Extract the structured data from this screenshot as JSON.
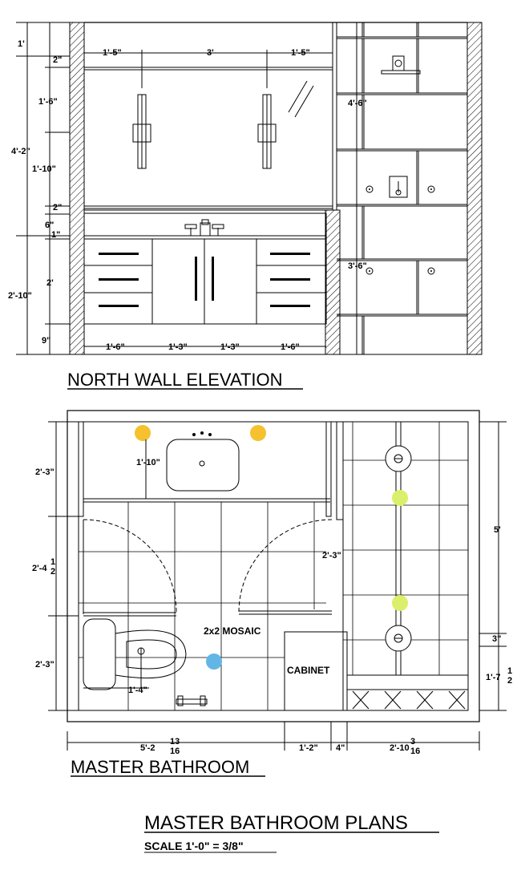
{
  "elevation": {
    "title": "NORTH WALL ELEVATION",
    "dims_left": [
      "1'",
      "2\"",
      "1'-6\"",
      "4'-2\"",
      "1'-10\"",
      "2\"",
      "6\"",
      "1\"",
      "2'",
      "2'-10\"",
      "9\""
    ],
    "dims_top": [
      "1'-5\"",
      "3'",
      "1'-5\""
    ],
    "dims_bottom": [
      "1'-6\"",
      "1'-3\"",
      "1'-3\"",
      "1'-6\""
    ],
    "dims_shower": [
      "4'-6\"",
      "3'-6\""
    ]
  },
  "plan": {
    "title": "MASTER BATHROOM",
    "labels": {
      "mosaic": "2x2 MOSAIC",
      "cabinet": "CABINET"
    },
    "dims_left": [
      "2'-3\"",
      "2'-4",
      "1",
      "2",
      "2'-3\""
    ],
    "dims_sink": "1'-10\"",
    "dims_toilet": "1'-4\"",
    "dims_door": "2'-3\"",
    "dims_right": [
      "5'",
      "3\"",
      "1'-7",
      "1",
      "2"
    ],
    "dims_bottom": {
      "a_whole": "5'-2",
      "a_num": "13",
      "a_den": "16",
      "b": "1'-2\"",
      "c": "4\"",
      "d_whole": "2'-10",
      "d_num": "3",
      "d_den": "16"
    },
    "light_colors": {
      "yellow": "#f5c12e",
      "green": "#dbef6a",
      "blue": "#62b6e6"
    }
  },
  "sheet": {
    "title": "MASTER BATHROOM PLANS",
    "scale": "SCALE 1'-0\" = 3/8\""
  }
}
